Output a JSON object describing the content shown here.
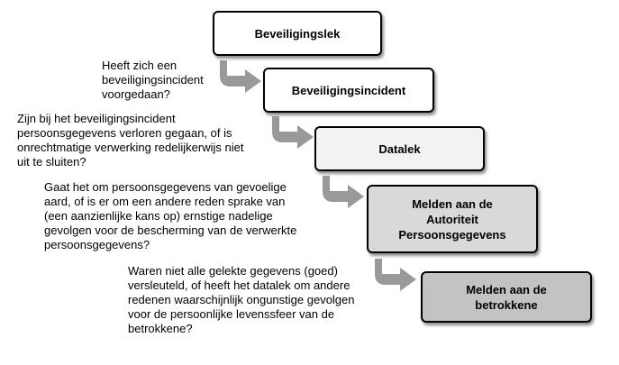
{
  "colors": {
    "box1_fill": "#ffffff",
    "box2_fill": "#ffffff",
    "box3_fill": "#f2f2f2",
    "box4_fill": "#d9d9d9",
    "box5_fill": "#c3c3c3",
    "arrow_fill": "#999999"
  },
  "icons": [
    "curved-arrow-icon"
  ],
  "boxes": [
    {
      "label": "Beveiligingslek"
    },
    {
      "label": "Beveiligingsincident"
    },
    {
      "label": "Datalek"
    },
    {
      "label": "Melden aan de\nAutoriteit\nPersoonsgegevens"
    },
    {
      "label": "Melden aan de\nbetrokkene"
    }
  ],
  "questions": [
    {
      "text": "Heeft zich een\nbeveiligingsincident\nvoorgedaan?"
    },
    {
      "text": "Zijn bij het beveiligingsincident\npersoonsgegevens verloren gegaan, of is\nonrechtmatige verwerking redelijkerwijs niet\nuit te sluiten?"
    },
    {
      "text": "Gaat het om persoonsgegevens van gevoelige\naard, of is er om een andere reden sprake van\n(een aanzienlijke kans op) ernstige nadelige\ngevolgen voor de bescherming van de verwerkte\npersoonsgegevens?"
    },
    {
      "text": "Waren niet alle gelekte gegevens (goed)\nversleuteld, of heeft het datalek om andere\nredenen waarschijnlijk ongunstige gevolgen\nvoor de persoonlijke levenssfeer van de\nbetrokkene?"
    }
  ]
}
